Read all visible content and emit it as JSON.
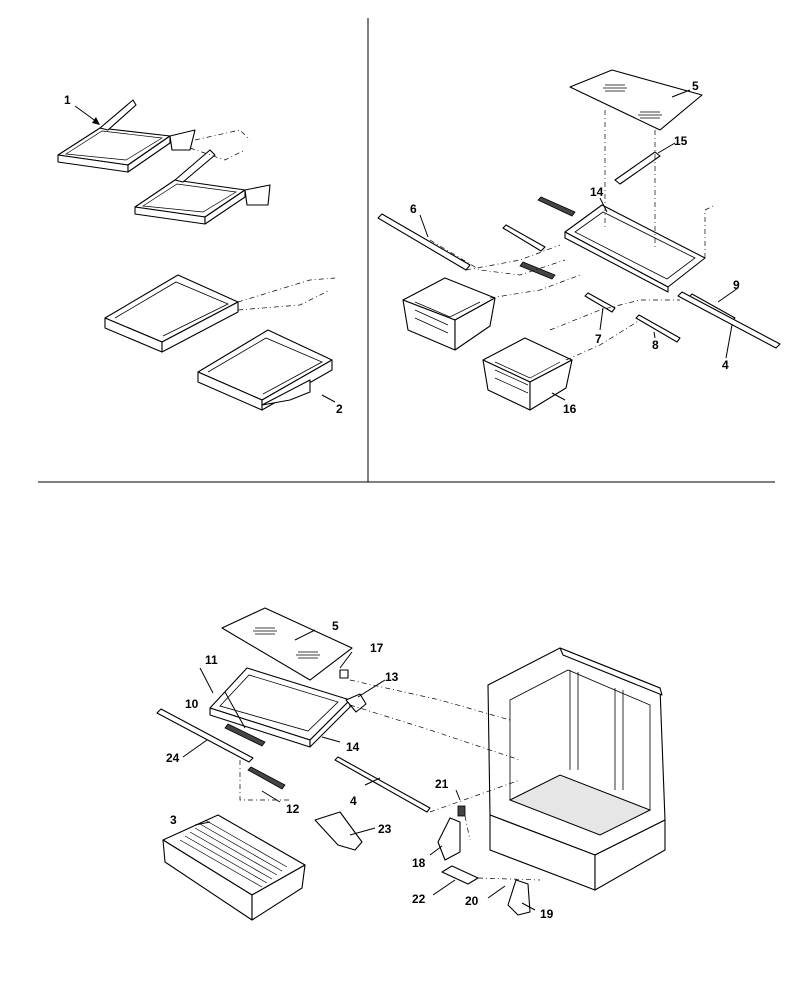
{
  "callouts": {
    "c1": "1",
    "c2": "2",
    "c3": "3",
    "c4a": "4",
    "c4b": "4",
    "c5a": "5",
    "c5b": "5",
    "c6": "6",
    "c7": "7",
    "c8": "8",
    "c9": "9",
    "c10": "10",
    "c11": "11",
    "c12": "12",
    "c13": "13",
    "c14a": "14",
    "c14b": "14",
    "c15": "15",
    "c16": "16",
    "c17": "17",
    "c18": "18",
    "c19": "19",
    "c20": "20",
    "c21": "21",
    "c22": "22",
    "c23": "23",
    "c24": "24"
  }
}
